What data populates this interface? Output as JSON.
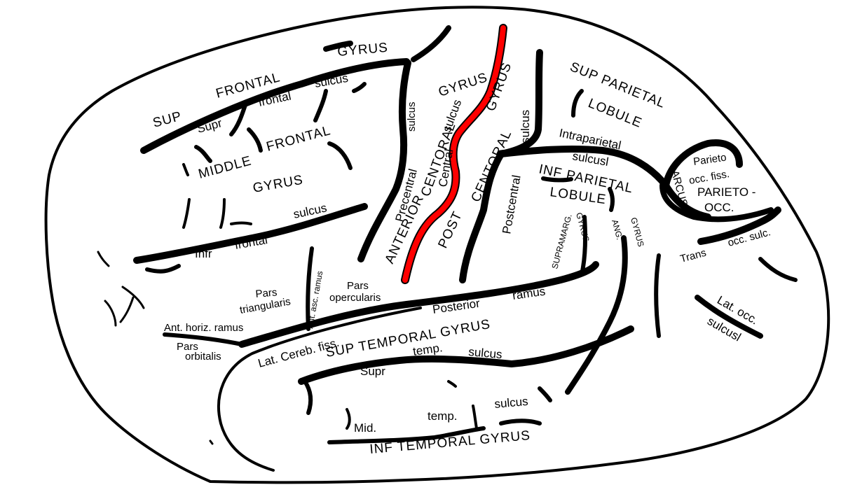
{
  "labels": {
    "gyrus_top": "GYRUS",
    "frontal_top": "FRONTAL",
    "sup": "SUP",
    "sulcus_sup_frontal": "sulcus",
    "frontal_supr": "frontal",
    "supr": "Supr",
    "middle": "MIDDLE",
    "frontal_middle": "FRONTAL",
    "gyrus_middle": "GYRUS",
    "infr": "Infr",
    "frontal_infr": "frontal",
    "sulcus_infr": "sulcus",
    "pars_tri_1": "Pars",
    "pars_tri_2": "triangularis",
    "ant_horiz": "Ant. horiz. ramus",
    "pars_orb_1": "Pars",
    "pars_orb_2": "orbitalis",
    "ant_asc": "Ant. asc. ramus",
    "pars_oper_1": "Pars",
    "pars_oper_2": "opercularis",
    "sulcus_precentral": "sulcus",
    "precentral": "Precentral",
    "anterior": "ANTERIOR",
    "centoral_ant": "CENTORAL",
    "gyrus_ant": "GYRUS",
    "central": "Central",
    "sulcus_central": "sulcus",
    "post": "POST",
    "centoral_post": "CENTORAL",
    "gyrus_post": "GYRUS",
    "sulcus_postcentral": "sulcus",
    "postcentral": "Postcentral",
    "sup_parietal": "SUP  PARIETAL",
    "lobule_sup": "LOBULE",
    "intraparietal": "Intraparietal",
    "sulcusl_ip": "sulcusl",
    "inf_parietal": "INF  PARIETAL",
    "lobule_inf": "LOBULE",
    "supramarg": "SUPRAMARG.",
    "gyrus_supramarg": "GYRUS",
    "ang": "ANG.",
    "gyrus_ang": "GYRUS",
    "parieto": "Parieto",
    "occ_fiss": "occ. fiss.",
    "arcus": "ARCUS",
    "parieto_occ_1": "PARIETO -",
    "parieto_occ_2": "OCC.",
    "trans": "Trans",
    "occ_sulc": "occ. sulc.",
    "lat_occ": "Lat. occ.",
    "sulcusl_occ": "sulcusl",
    "posterior": "Posterior",
    "ramus": "ramus",
    "lat_cereb": "Lat. Cereb. fiss.",
    "sup_temporal_gyrus": "SUP  TEMPORAL  GYRUS",
    "supr_temp": "Supr",
    "temp_supr": "temp.",
    "sulcus_temp": "sulcus",
    "mid": "Mid.",
    "temp_mid": "temp.",
    "sulcus_mid": "sulcus",
    "inf_temporal_gyrus": "INF   TEMPORAL GYRUS"
  },
  "colors": {
    "outline": "#000000",
    "central_sulcus_highlight": "#ff0000",
    "background": "#ffffff"
  }
}
